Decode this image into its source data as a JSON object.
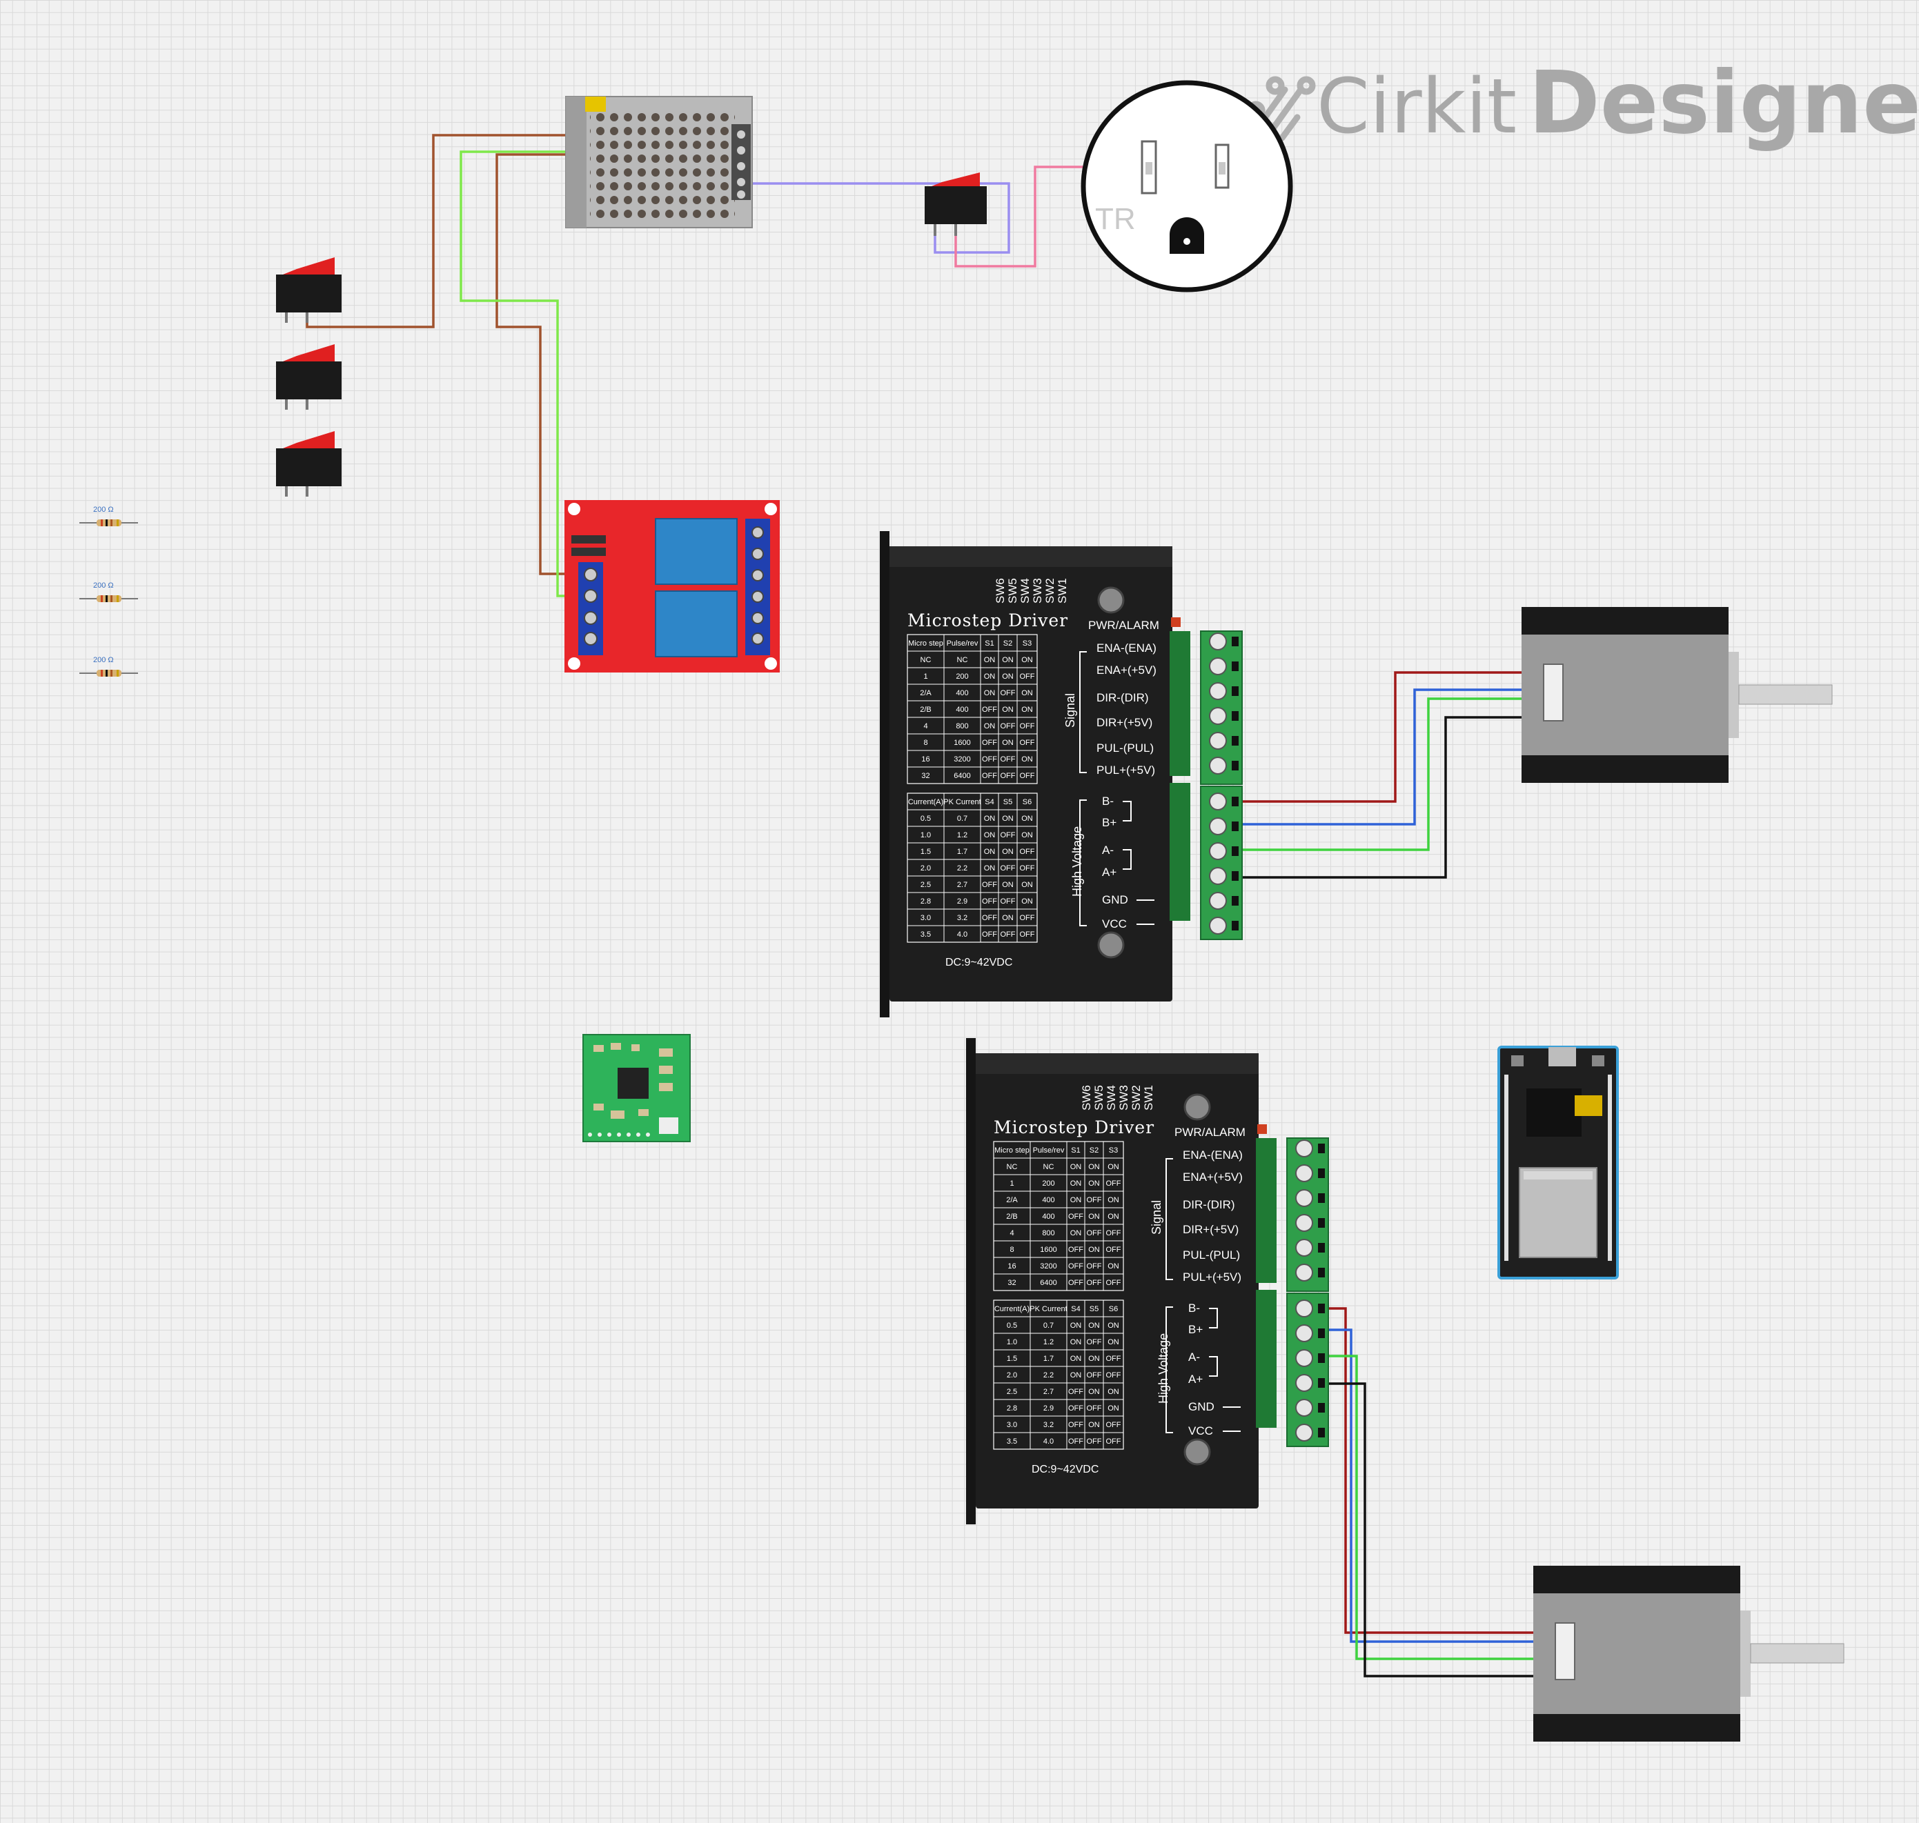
{
  "brand": {
    "light": "Cirkit",
    "bold": "Designer"
  },
  "resistors": [
    {
      "label": "200 Ω"
    },
    {
      "label": "200 Ω"
    },
    {
      "label": "200 Ω"
    }
  ],
  "outlet": {
    "mark": "TR"
  },
  "drivers": [
    {
      "title": "Microstep Driver",
      "alarm": "PWR/ALARM",
      "switches": [
        "SW6",
        "SW5",
        "SW4",
        "SW3",
        "SW2",
        "SW1"
      ],
      "signal_label": "Signal",
      "hv_label": "High Voltage",
      "signal_pins": [
        "ENA-(ENA)",
        "ENA+(+5V)",
        "DIR-(DIR)",
        "DIR+(+5V)",
        "PUL-(PUL)",
        "PUL+(+5V)"
      ],
      "hv_pins": [
        "B-",
        "B+",
        "A-",
        "A+",
        "GND",
        "VCC"
      ],
      "dc": "DC:9~42VDC",
      "micro_header": [
        "Micro step",
        "Pulse/rev",
        "S1",
        "S2",
        "S3"
      ],
      "micro_rows": [
        [
          "NC",
          "NC",
          "ON",
          "ON",
          "ON"
        ],
        [
          "1",
          "200",
          "ON",
          "ON",
          "OFF"
        ],
        [
          "2/A",
          "400",
          "ON",
          "OFF",
          "ON"
        ],
        [
          "2/B",
          "400",
          "OFF",
          "ON",
          "ON"
        ],
        [
          "4",
          "800",
          "ON",
          "OFF",
          "OFF"
        ],
        [
          "8",
          "1600",
          "OFF",
          "ON",
          "OFF"
        ],
        [
          "16",
          "3200",
          "OFF",
          "OFF",
          "ON"
        ],
        [
          "32",
          "6400",
          "OFF",
          "OFF",
          "OFF"
        ]
      ],
      "current_header": [
        "Current(A)",
        "PK Current",
        "S4",
        "S5",
        "S6"
      ],
      "current_rows": [
        [
          "0.5",
          "0.7",
          "ON",
          "ON",
          "ON"
        ],
        [
          "1.0",
          "1.2",
          "ON",
          "OFF",
          "ON"
        ],
        [
          "1.5",
          "1.7",
          "ON",
          "ON",
          "OFF"
        ],
        [
          "2.0",
          "2.2",
          "ON",
          "OFF",
          "OFF"
        ],
        [
          "2.5",
          "2.7",
          "OFF",
          "ON",
          "ON"
        ],
        [
          "2.8",
          "2.9",
          "OFF",
          "OFF",
          "ON"
        ],
        [
          "3.0",
          "3.2",
          "OFF",
          "ON",
          "OFF"
        ],
        [
          "3.5",
          "4.0",
          "OFF",
          "OFF",
          "OFF"
        ]
      ]
    },
    {
      "title": "Microstep Driver",
      "alarm": "PWR/ALARM",
      "switches": [
        "SW6",
        "SW5",
        "SW4",
        "SW3",
        "SW2",
        "SW1"
      ],
      "signal_label": "Signal",
      "hv_label": "High Voltage",
      "signal_pins": [
        "ENA-(ENA)",
        "ENA+(+5V)",
        "DIR-(DIR)",
        "DIR+(+5V)",
        "PUL-(PUL)",
        "PUL+(+5V)"
      ],
      "hv_pins": [
        "B-",
        "B+",
        "A-",
        "A+",
        "GND",
        "VCC"
      ],
      "dc": "DC:9~42VDC",
      "micro_header": [
        "Micro step",
        "Pulse/rev",
        "S1",
        "S2",
        "S3"
      ],
      "micro_rows": [
        [
          "NC",
          "NC",
          "ON",
          "ON",
          "ON"
        ],
        [
          "1",
          "200",
          "ON",
          "ON",
          "OFF"
        ],
        [
          "2/A",
          "400",
          "ON",
          "OFF",
          "ON"
        ],
        [
          "2/B",
          "400",
          "OFF",
          "ON",
          "ON"
        ],
        [
          "4",
          "800",
          "ON",
          "OFF",
          "OFF"
        ],
        [
          "8",
          "1600",
          "OFF",
          "ON",
          "OFF"
        ],
        [
          "16",
          "3200",
          "OFF",
          "OFF",
          "ON"
        ],
        [
          "32",
          "6400",
          "OFF",
          "OFF",
          "OFF"
        ]
      ],
      "current_header": [
        "Current(A)",
        "PK Current",
        "S4",
        "S5",
        "S6"
      ],
      "current_rows": [
        [
          "0.5",
          "0.7",
          "ON",
          "ON",
          "ON"
        ],
        [
          "1.0",
          "1.2",
          "ON",
          "OFF",
          "ON"
        ],
        [
          "1.5",
          "1.7",
          "ON",
          "ON",
          "OFF"
        ],
        [
          "2.0",
          "2.2",
          "ON",
          "OFF",
          "OFF"
        ],
        [
          "2.5",
          "2.7",
          "OFF",
          "ON",
          "ON"
        ],
        [
          "2.8",
          "2.9",
          "OFF",
          "OFF",
          "ON"
        ],
        [
          "3.0",
          "3.2",
          "OFF",
          "ON",
          "OFF"
        ],
        [
          "3.5",
          "4.0",
          "OFF",
          "OFF",
          "OFF"
        ]
      ]
    }
  ],
  "wire_colors": {
    "brown": "#a0522d",
    "light_green": "#7fe84a",
    "purple": "#9a8ef0",
    "pink": "#f07aa0",
    "dark_red": "#a01818",
    "blue": "#2f62d8",
    "green": "#3fd23f",
    "black": "#111111"
  }
}
